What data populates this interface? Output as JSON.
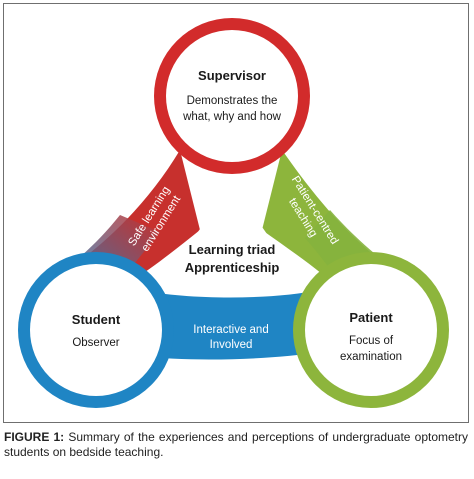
{
  "diagram": {
    "nodes": {
      "supervisor": {
        "title": "Supervisor",
        "line1": "Demonstrates the",
        "line2": "what, why and how",
        "color": "#d22b2b"
      },
      "student": {
        "title": "Student",
        "line1": "Observer",
        "color": "#1f85c4"
      },
      "patient": {
        "title": "Patient",
        "line1": "Focus of",
        "line2": "examination",
        "color": "#8db53c"
      }
    },
    "center": {
      "line1": "Learning triad",
      "line2": "Apprenticeship"
    },
    "bands": {
      "left": {
        "line1": "Safe learning",
        "line2": "environment"
      },
      "right": {
        "line1": "Patient-centred",
        "line2": "teaching"
      },
      "bottom": {
        "line1": "Interactive and",
        "line2": "Involved"
      }
    }
  },
  "caption": {
    "label": "FIGURE 1:",
    "text": " Summary of the experiences and perceptions of undergraduate optometry students on bedside teaching."
  }
}
